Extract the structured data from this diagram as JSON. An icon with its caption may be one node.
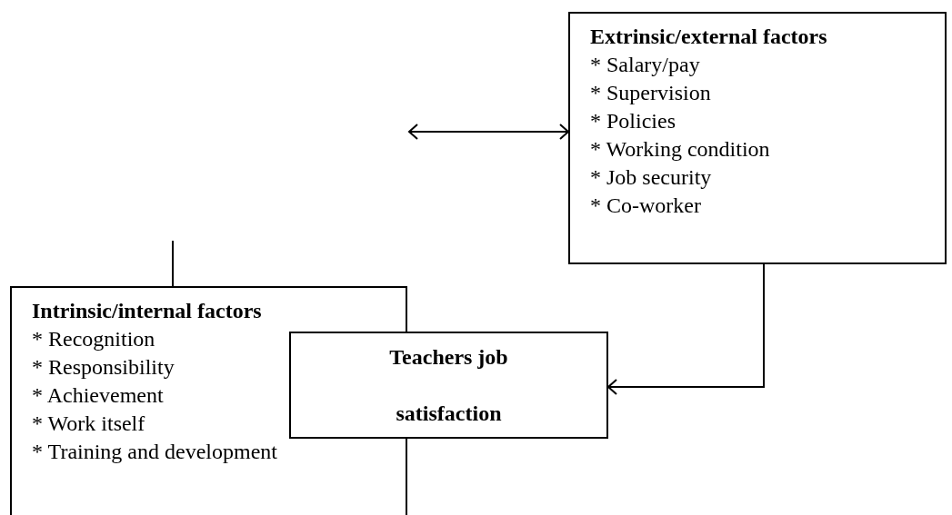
{
  "diagram": {
    "nodes": [
      {
        "text": [
          "Extrinsic/external factors",
          "* Salary/pay",
          "* Supervision",
          "* Policies",
          "* Working condition",
          "* Job security",
          "* Co-worker"
        ]
      },
      {
        "text": [
          "Intrinsic/internal factors",
          "* Recognition",
          "* Responsibility",
          "* Achievement",
          "* Work itself",
          "* Training and development"
        ]
      },
      {
        "text": [
          "Teachers job satisfaction"
        ]
      }
    ],
    "edges": [
      {
        "from": null,
        "to": 0,
        "arrow": "both"
      },
      {
        "from": 0,
        "to": 2,
        "arrow": "to"
      },
      {
        "from": 1,
        "to": null,
        "arrow": "none"
      }
    ]
  }
}
